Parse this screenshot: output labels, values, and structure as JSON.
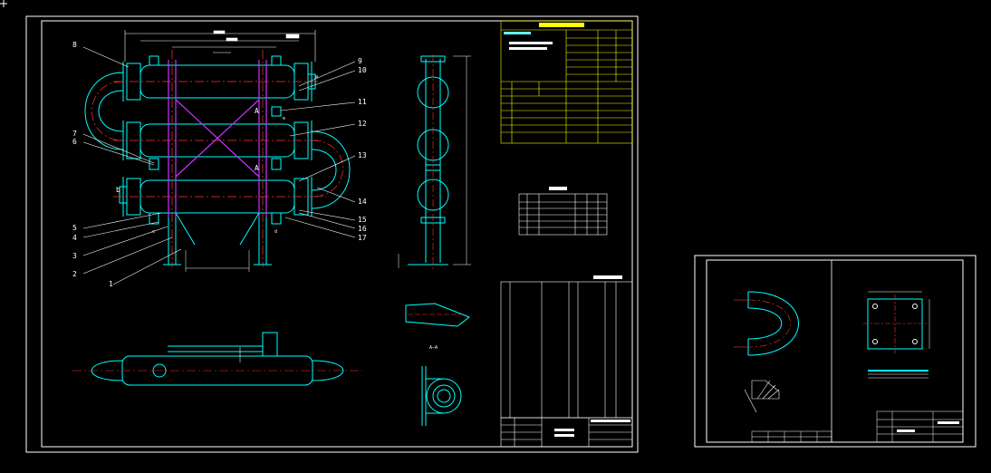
{
  "colors": {
    "background": "#000000",
    "frame": "#ffffff",
    "equipment": "#00ffff",
    "center_line": "#ff3333",
    "structure": "#cc33ff",
    "leader": "#ffffff",
    "table_lines": "#ffff00",
    "parts_table_lines": "#ffffff",
    "dimension": "#ffffff"
  },
  "part_labels": {
    "left": [
      "8",
      "7",
      "6",
      "b",
      "5",
      "4",
      "3",
      "2",
      "1"
    ],
    "right": [
      "9",
      "10",
      "11",
      "12",
      "13",
      "14",
      "15",
      "16",
      "17"
    ],
    "nozzles": [
      "a",
      "c",
      "d",
      "e"
    ],
    "section_markers": [
      "A",
      "A"
    ]
  },
  "views": {
    "front": "front-view",
    "side": "side-view",
    "plan": "plan-view",
    "section_a": "section-a-a",
    "nozzle_detail": "nozzle-detail"
  },
  "section_caption": "A—A",
  "sheet2_views": [
    "u-bend-detail",
    "support-plate-detail",
    "weld-detail"
  ]
}
